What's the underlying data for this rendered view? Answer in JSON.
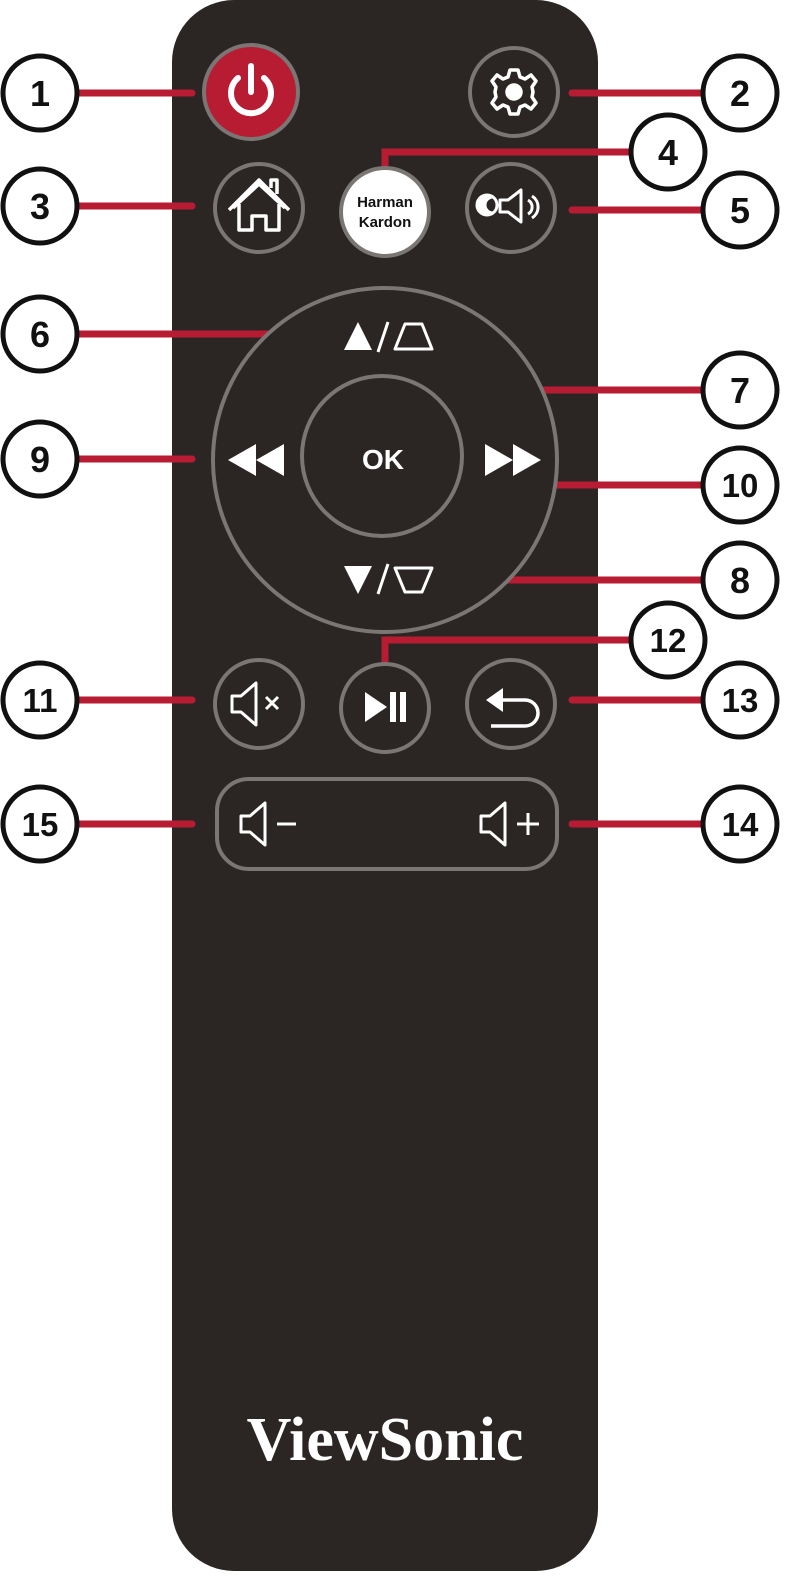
{
  "remote": {
    "brand": "ViewSonic",
    "body_color": "#2b2624",
    "ring_color": "#7a7674",
    "accent_color": "#b71c33",
    "buttons": {
      "power": {
        "icon": "power-icon"
      },
      "settings": {
        "icon": "gear-icon"
      },
      "home": {
        "icon": "home-icon"
      },
      "harman_kardon": {
        "line1": "Harman",
        "line2": "Kardon"
      },
      "light_sound": {
        "icon": "moon-speaker-icon"
      },
      "up": {
        "icon": "up-triangle-keystone-icon"
      },
      "ok": {
        "label": "OK"
      },
      "down": {
        "icon": "down-triangle-keystone-icon"
      },
      "rewind": {
        "icon": "rewind-icon"
      },
      "fast_forward": {
        "icon": "fast-forward-icon"
      },
      "mute": {
        "icon": "speaker-mute-icon"
      },
      "play_pause": {
        "icon": "play-pause-icon"
      },
      "back": {
        "icon": "return-arrow-icon"
      },
      "volume_down": {
        "icon": "speaker-minus-icon"
      },
      "volume_up": {
        "icon": "speaker-plus-icon"
      }
    }
  },
  "callouts": [
    "1",
    "2",
    "3",
    "4",
    "5",
    "6",
    "7",
    "8",
    "9",
    "10",
    "11",
    "12",
    "13",
    "14",
    "15"
  ]
}
